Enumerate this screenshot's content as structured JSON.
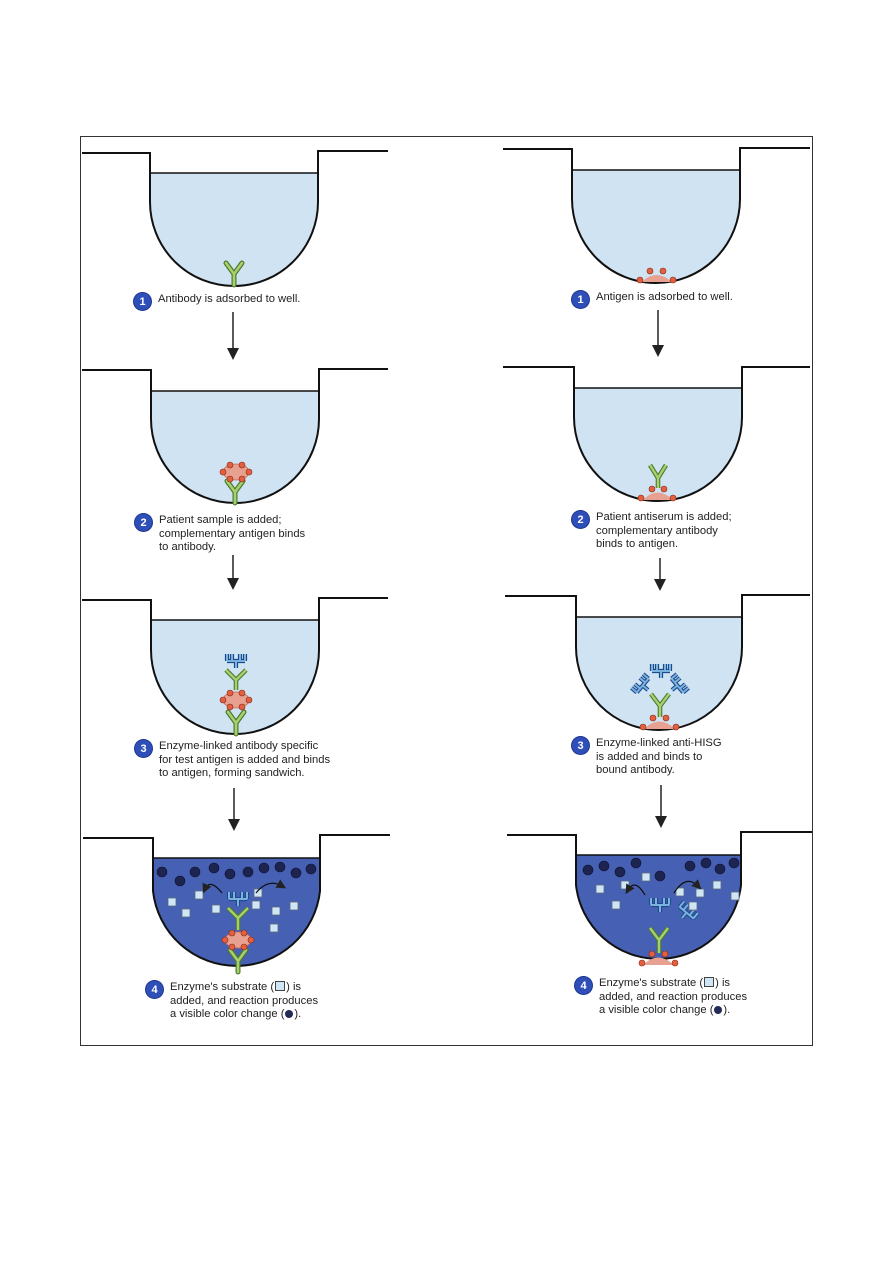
{
  "left_column": {
    "steps": [
      {
        "number": "1",
        "text": "Antibody is adsorbed to well."
      },
      {
        "number": "2",
        "text": "Patient sample is added;\ncomplementary antigen binds\nto antibody."
      },
      {
        "number": "3",
        "text": "Enzyme-linked antibody specific\nfor test antigen is added and binds\nto antigen, forming sandwich."
      },
      {
        "number": "4",
        "text_a": "Enzyme's substrate (",
        "text_b": ") is\nadded, and reaction produces\na visible color change (",
        "text_c": ")."
      }
    ]
  },
  "right_column": {
    "steps": [
      {
        "number": "1",
        "text": "Antigen is adsorbed to well."
      },
      {
        "number": "2",
        "text": "Patient antiserum is added;\ncomplementary antibody\nbinds to antigen."
      },
      {
        "number": "3",
        "text": "Enzyme-linked anti-HISG\nis added and binds to\nbound antibody."
      },
      {
        "number": "4",
        "text_a": "Enzyme's substrate (",
        "text_b": ") is\nadded, and reaction produces\na visible color change (",
        "text_c": ")."
      }
    ]
  },
  "colors": {
    "light_fluid": "#cfe3f3",
    "dark_fluid": "#4660b3",
    "antibody": "#a8d070",
    "antigen": "#e8a090",
    "antigen_bead": "#e06040",
    "enzyme_antibody": "#6aa8d8",
    "badge": "#2f4fb8",
    "product": "#1e2450",
    "substrate": "#cfe6f4"
  }
}
